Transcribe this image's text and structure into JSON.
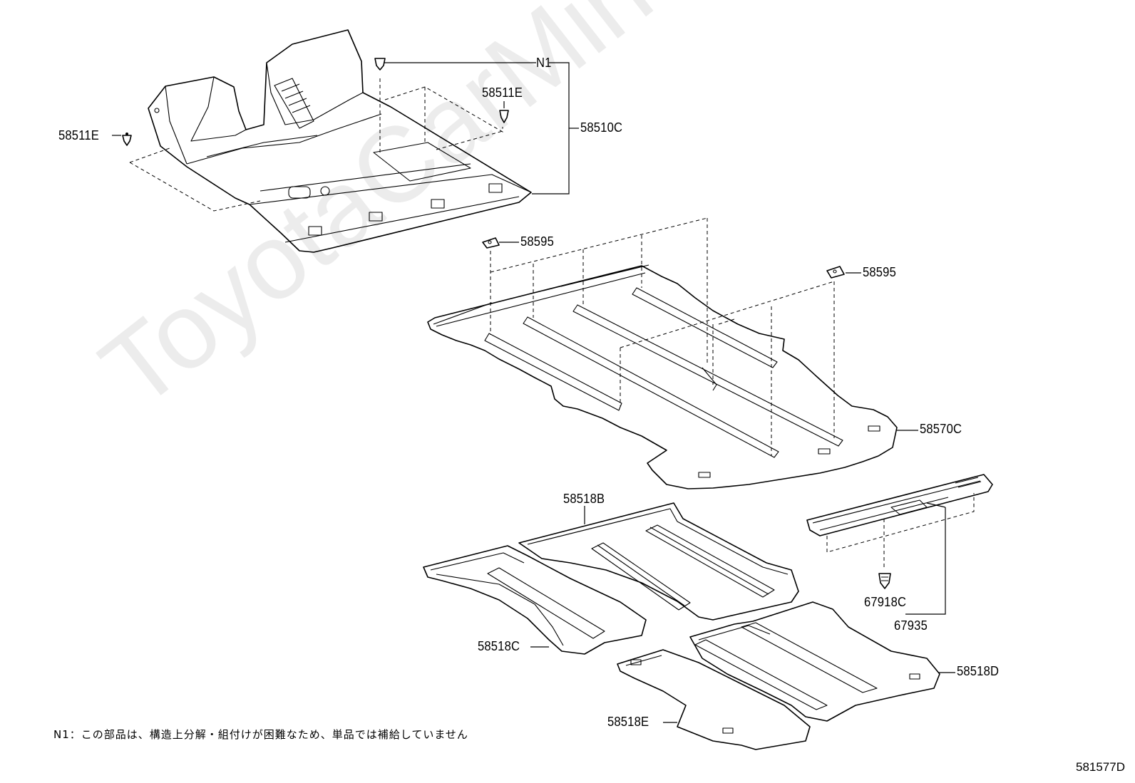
{
  "watermark": "ToyotaCarMine.ru",
  "callouts": {
    "n1": "N1",
    "p58511e_left": "58511E",
    "p58511e_right": "58511E",
    "p58510c": "58510C",
    "p58595_left": "58595",
    "p58595_right": "58595",
    "p58570c": "58570C",
    "p58518b": "58518B",
    "p58518c": "58518C",
    "p58518d": "58518D",
    "p58518e": "58518E",
    "p67918c": "67918C",
    "p67935": "67935"
  },
  "footnote": "N1：この部品は、構造上分解・組付けが困難なため、単品では補給していません",
  "figure_code": "581577D"
}
